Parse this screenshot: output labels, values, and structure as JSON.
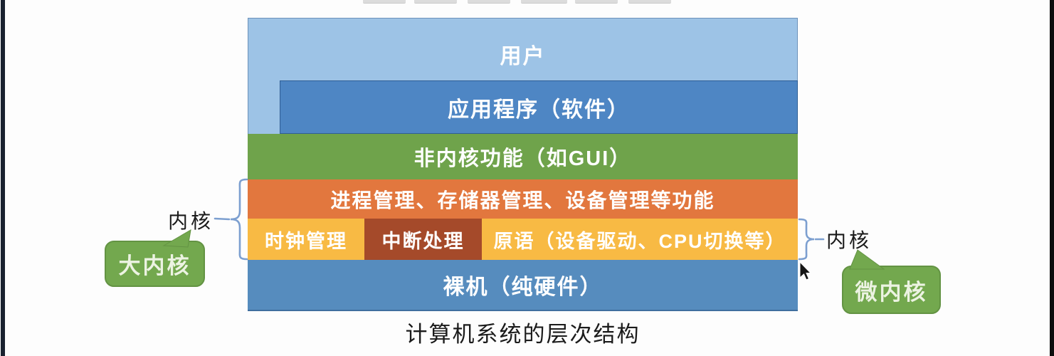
{
  "diagram": {
    "layers": {
      "user": "用户",
      "applications": "应用程序（软件）",
      "non_kernel": "非内核功能（如GUI）",
      "kernel_management": "进程管理、存储器管理、设备管理等功能",
      "clock": "时钟管理",
      "interrupt": "中断处理",
      "primitives": "原语（设备驱动、CPU切换等）",
      "hardware": "裸机（纯硬件）"
    },
    "caption": "计算机系统的层次结构",
    "annotations": {
      "left_brace_label": "内核",
      "right_brace_label": "内核",
      "monolithic_kernel_bubble": "大内核",
      "micro_kernel_bubble": "微内核"
    },
    "colors": {
      "user_layer": "#9dc3e6",
      "app_layer": "#4e86c4",
      "non_kernel_layer": "#6fa34b",
      "kernel_mgmt_layer": "#e2773e",
      "cell_yellow": "#f8ba44",
      "interrupt_cell": "#a54a2a",
      "hardware_layer": "#568cbe",
      "bubble_green": "#73a84e",
      "bubble_text": "#ecf3e2",
      "brace_blue": "#7c9fd0"
    }
  }
}
